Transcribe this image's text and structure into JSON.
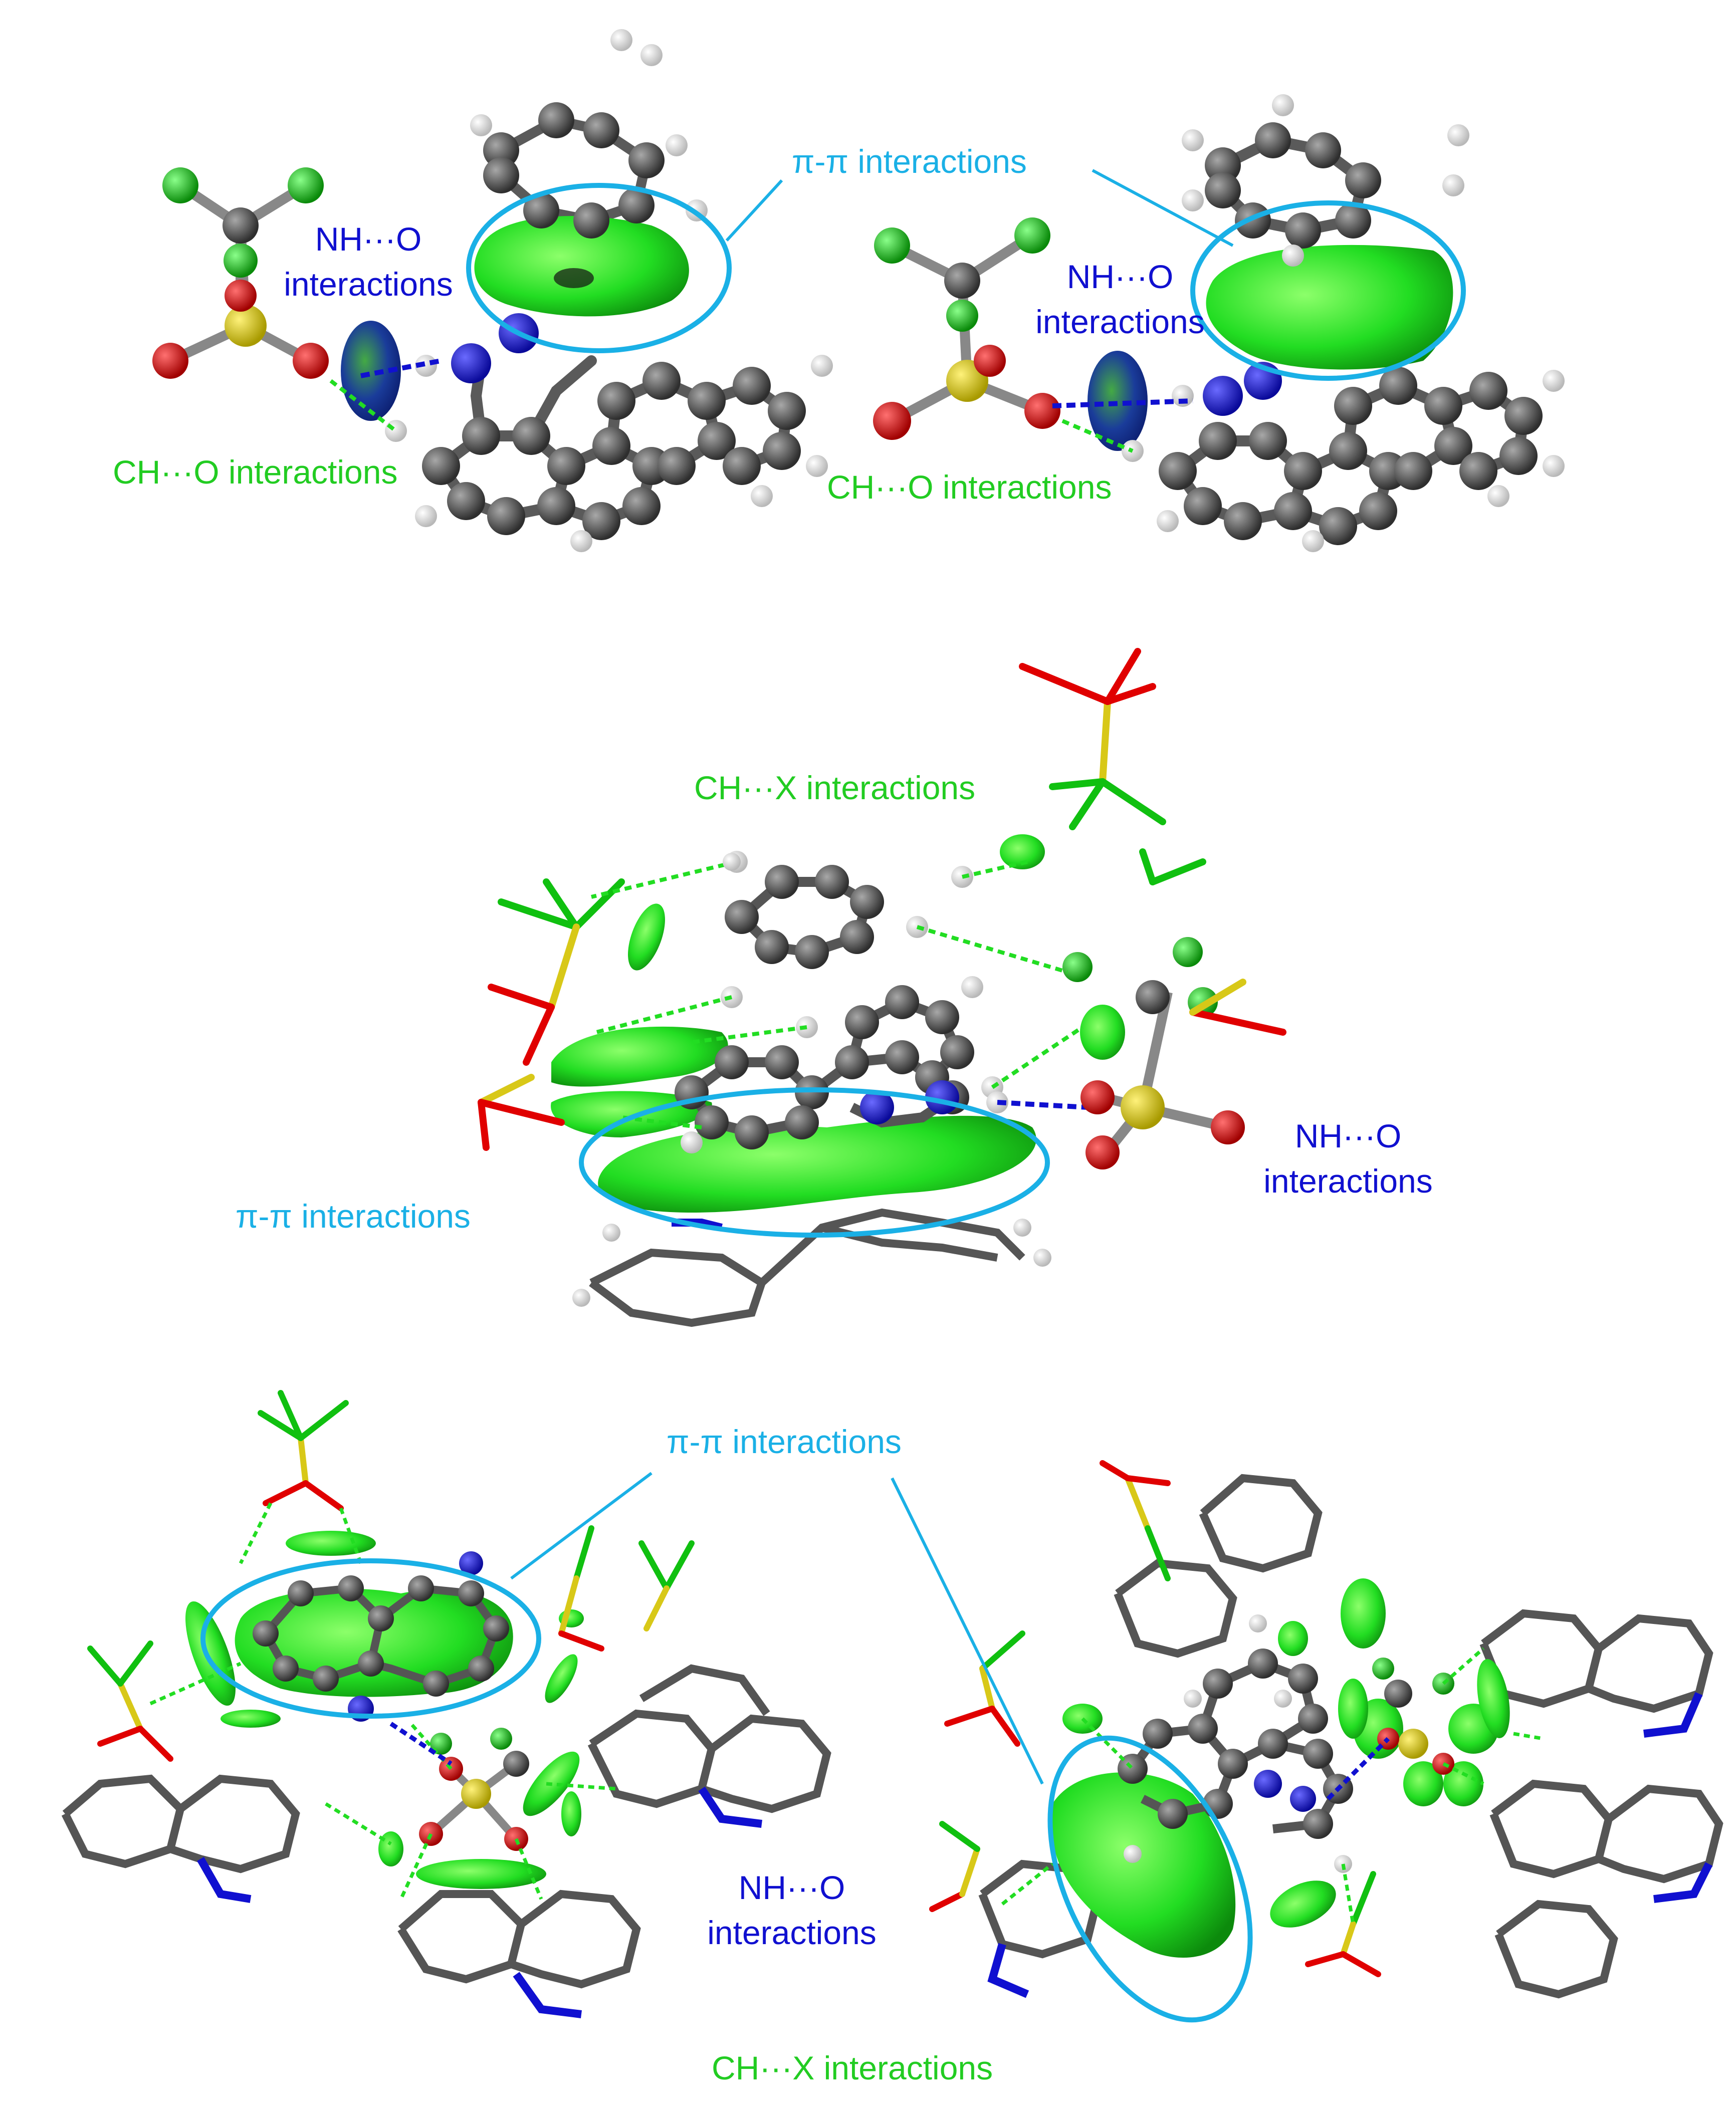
{
  "colors": {
    "carbon": "#4a4a4a",
    "hydrogen": "#e8e8e8",
    "nitrogen": "#1010d0",
    "oxygen": "#e00000",
    "sulfur": "#d8c818",
    "fluorine": "#10c010",
    "isosurface": "#22dd22",
    "callout": "#1ab0e6",
    "hbond": "#1010d0",
    "weak_contact": "#22dd22"
  },
  "labels": {
    "pipi": "π-π interactions",
    "nho_line1": "NH···O",
    "nho_line2": "interactions",
    "cho": "CH···O interactions",
    "chx": "CH···X interactions"
  }
}
